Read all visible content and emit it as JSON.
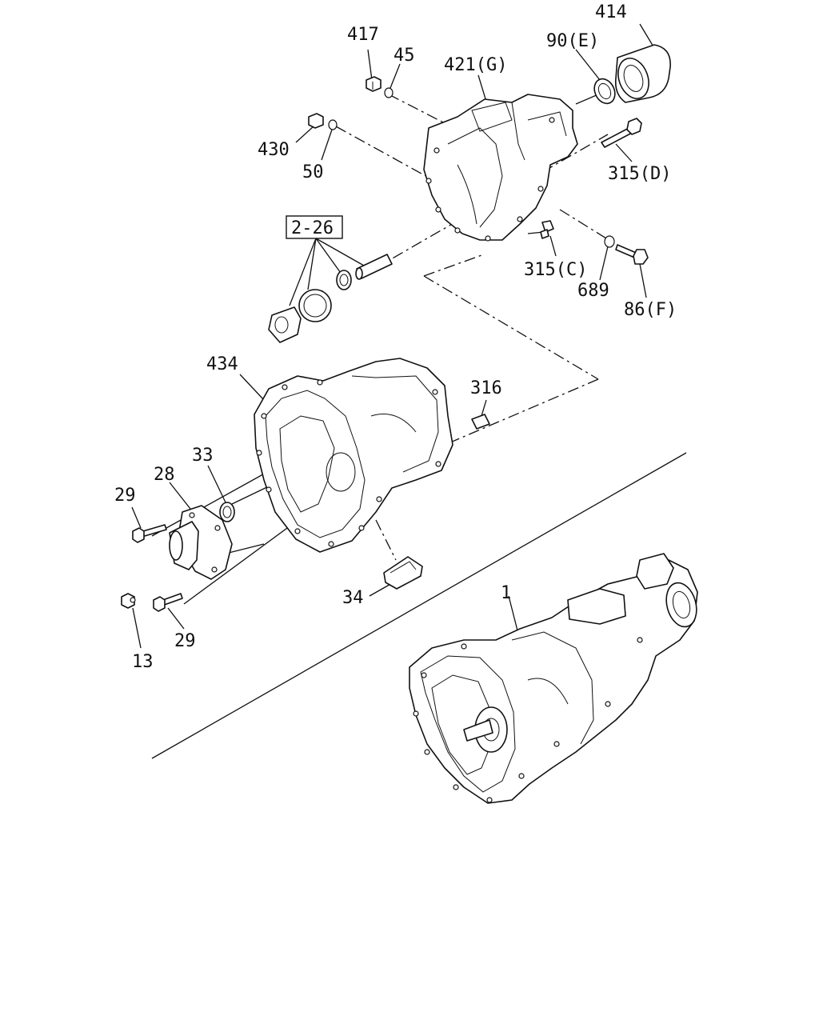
{
  "callouts": {
    "c414": "414",
    "c417": "417",
    "c45": "45",
    "c90e": "90(E)",
    "c421g": "421(G)",
    "c430": "430",
    "c50": "50",
    "c315d": "315(D)",
    "c226": "2-26",
    "c315c": "315(C)",
    "c689": "689",
    "c86f": "86(F)",
    "c434": "434",
    "c316": "316",
    "c33": "33",
    "c28": "28",
    "c29a": "29",
    "c29b": "29",
    "c13": "13",
    "c34": "34",
    "c1": "1"
  }
}
